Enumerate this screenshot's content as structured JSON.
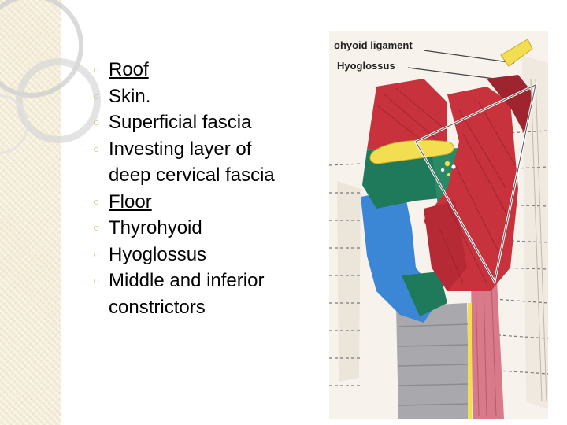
{
  "bullets": [
    {
      "text": "Roof",
      "underline": true
    },
    {
      "text": "Skin.",
      "underline": false
    },
    {
      "text": "Superficial fascia",
      "underline": false
    },
    {
      "text": "Investing layer of",
      "continuation": "deep cervical fascia",
      "underline": false
    },
    {
      "text": "Floor",
      "underline": true
    },
    {
      "text": "Thyrohyoid",
      "underline": false
    },
    {
      "text": "Hyoglossus",
      "underline": false
    },
    {
      "text": "Middle and inferior",
      "continuation": "constrictors",
      "underline": false
    }
  ],
  "figure": {
    "labels": {
      "top": "ohyoid ligament",
      "second": "Hyoglossus"
    },
    "colors": {
      "muscle": "#c8323c",
      "muscle_dark": "#9e2430",
      "green": "#1e7a5a",
      "blue": "#3c86d6",
      "yellow": "#f3de52",
      "grey": "#a9a9ad",
      "pink": "#d87a8a"
    }
  },
  "theme": {
    "bullet_color": "#c9b171",
    "stripe_color": "#f3ecd6"
  }
}
